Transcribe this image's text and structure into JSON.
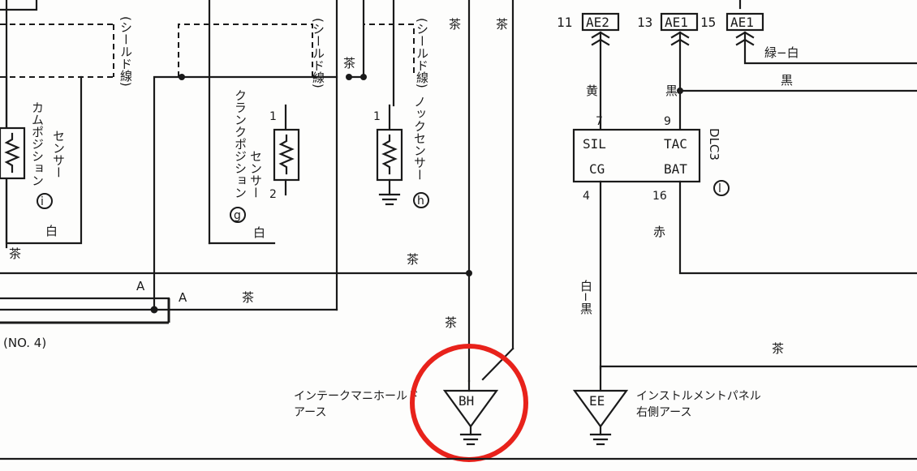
{
  "wire_labels": {
    "cha": "茶",
    "ki": "黄",
    "kuro": "黒",
    "kuro2": "黒",
    "aka": "赤",
    "shiro_kuro": "白−黒",
    "midori_shiro": "緑−白",
    "shiro": "白"
  },
  "shield_label": "(シールド線)",
  "connector_a": "A",
  "bus_label": "(NO. 4)",
  "sensors": {
    "cam": {
      "badge": "i",
      "name1": "カムポジション",
      "name2": "センサー"
    },
    "crank": {
      "badge": "g",
      "name1": "クランクポジション",
      "name2": "センサー",
      "pin1": "1",
      "pin2": "2"
    },
    "knock": {
      "badge": "h",
      "name": "ノックセンサー",
      "pin1": "1"
    }
  },
  "dlc3": {
    "name": "DLC3",
    "badge": "l",
    "pins": {
      "sil": "SIL",
      "tac": "TAC",
      "cg": "CG",
      "bat": "BAT"
    },
    "pin_numbers": {
      "sil": "7",
      "tac": "9",
      "cg": "4",
      "bat": "16"
    }
  },
  "connectors": [
    {
      "pin": "11",
      "code": "AE2"
    },
    {
      "pin": "13",
      "code": "AE1"
    },
    {
      "pin": "15",
      "code": "AE1"
    }
  ],
  "grounds": {
    "bh": {
      "code": "BH",
      "label1": "インテークマニホールド",
      "label2": "アース",
      "highlighted": true
    },
    "ee": {
      "code": "EE",
      "label1": "インストルメントパネル",
      "label2": "右側アース"
    }
  },
  "colors": {
    "highlight": "#e8221b",
    "wire": "#1a1a1a"
  }
}
